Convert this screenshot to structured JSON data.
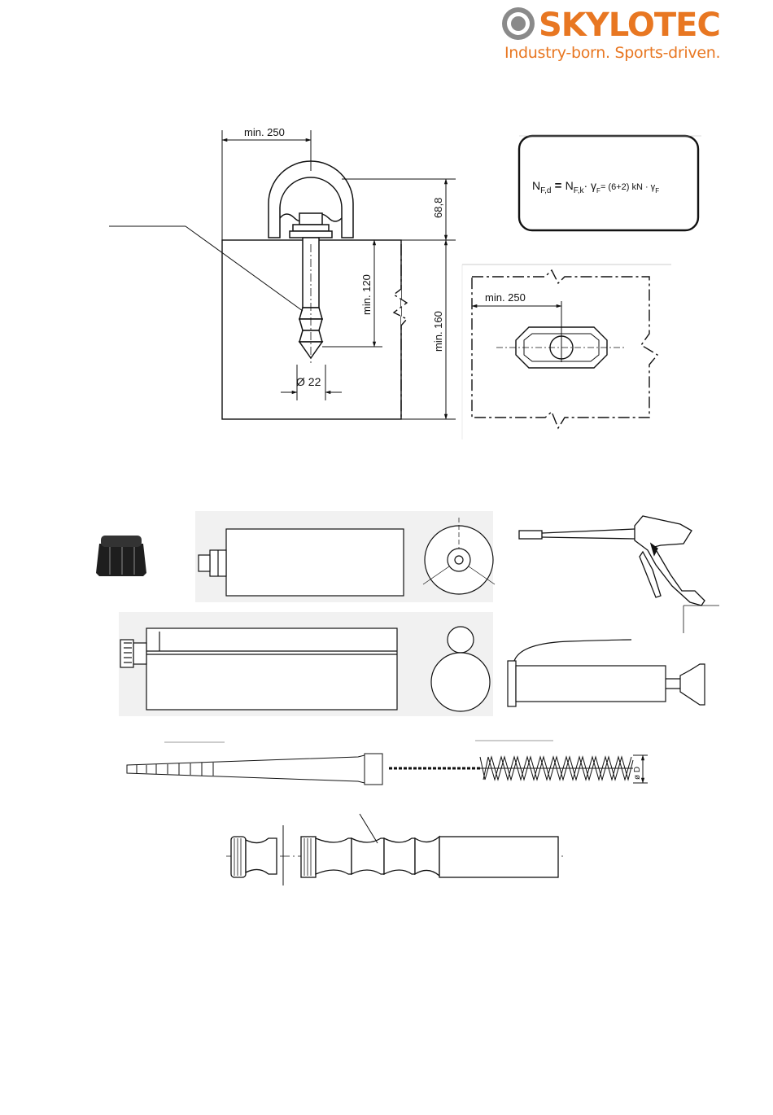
{
  "brand": {
    "name": "SKYLOTEC",
    "tagline": "Industry-born. Sports-driven.",
    "color": "#e87722"
  },
  "drawing_top": {
    "dim_width": "min. 250",
    "dim_height": "68,8",
    "dim_depth": "min. 120",
    "dim_block": "min. 160",
    "dim_diameter": "Ø 22",
    "plan_dim": "min. 250"
  },
  "formula": {
    "lhs": "N",
    "lhs_sub": "F,d",
    "eq": "=",
    "rhs": "N",
    "rhs_sub": "F,k",
    "gamma_term": "· γ",
    "gamma_sub": "F",
    "value": "= (6+2) kN · γ",
    "value_sub": "F"
  },
  "brush": {
    "dim": "ø D"
  }
}
